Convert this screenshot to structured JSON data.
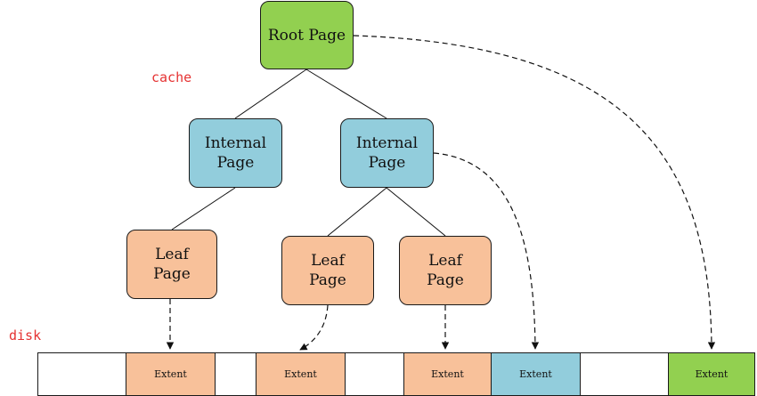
{
  "labels": {
    "cache": "cache",
    "disk": "disk"
  },
  "nodes": {
    "root": "Root Page",
    "internal_left": "Internal\nPage",
    "internal_right": "Internal\nPage",
    "leaf_1": "Leaf\nPage",
    "leaf_2": "Leaf\nPage",
    "leaf_3": "Leaf\nPage"
  },
  "disk_extents": [
    "",
    "Extent",
    "",
    "Extent",
    "",
    "Extent",
    "Extent",
    "",
    "Extent"
  ],
  "colors": {
    "root": "#92d050",
    "internal": "#92cddc",
    "leaf": "#f8c19a",
    "label": "#e53333"
  }
}
